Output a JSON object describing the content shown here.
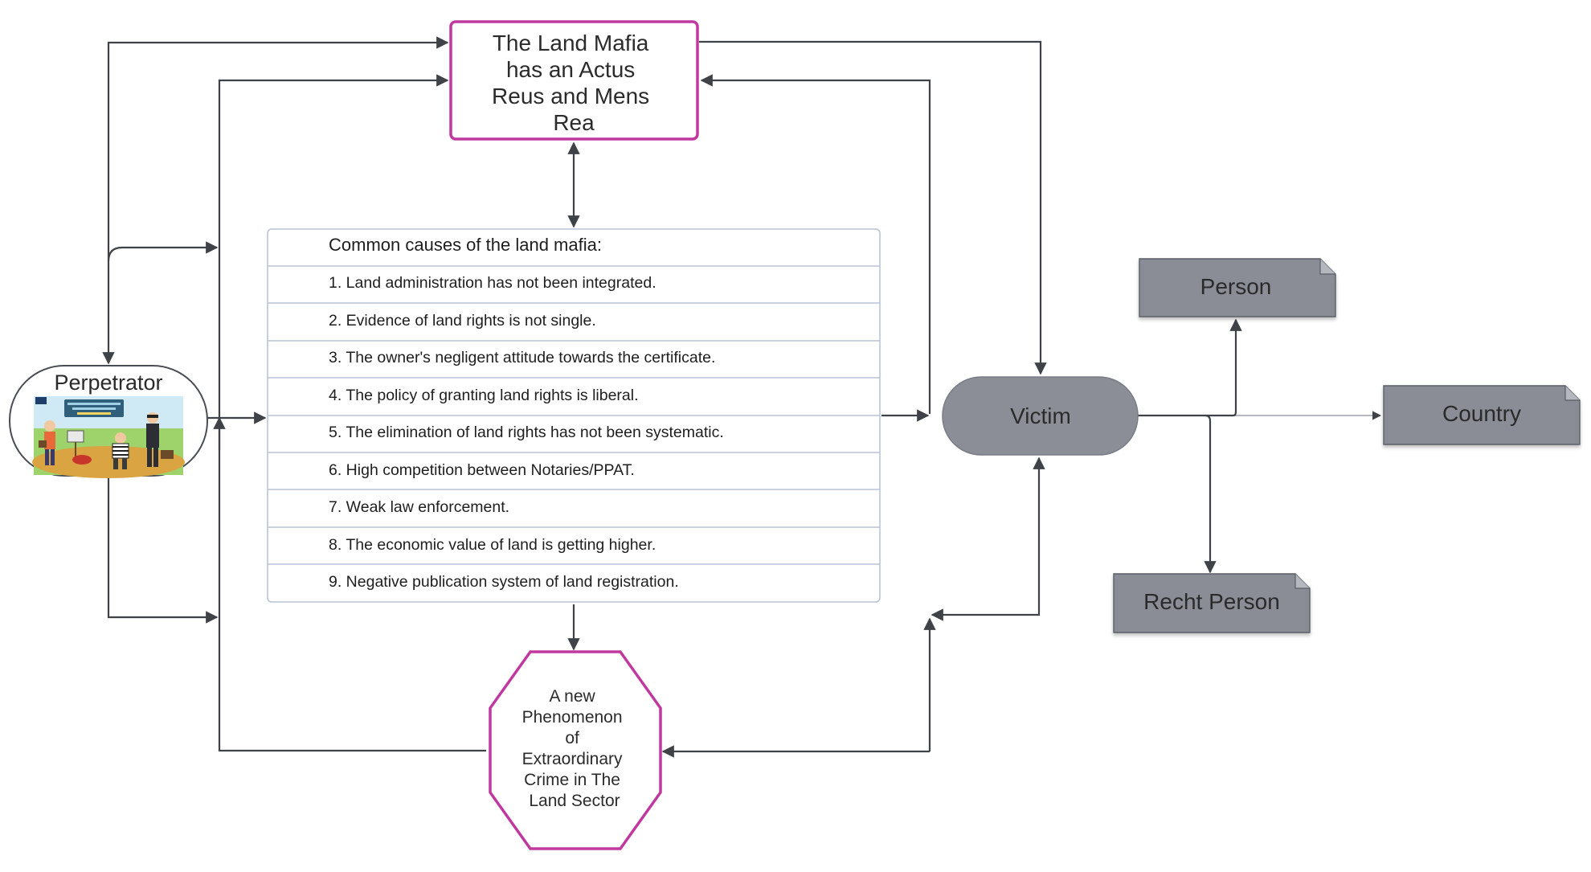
{
  "colors": {
    "magenta_border": "#c0399f",
    "connector": "#3f4247",
    "gray_fill": "#8a8d96",
    "gray_border": "#5a5d66",
    "victim_fill": "#8b8e97",
    "list_border": "#b9c3d8"
  },
  "nodes": {
    "actus_reus": {
      "lines": [
        "The Land Mafia",
        "has an Actus",
        "Reus and Mens",
        "Rea"
      ]
    },
    "causes": {
      "title": "Common causes of the land mafia:",
      "items": [
        "1. Land administration has not been integrated.",
        "2. Evidence of land rights is not single.",
        "3. The owner's negligent attitude towards the certificate.",
        "4. The policy of granting land rights is liberal.",
        "5. The elimination of land rights has not been systematic.",
        "6. High competition between Notaries/PPAT.",
        "7. Weak law enforcement.",
        "8. The economic value of land is getting higher.",
        "9. Negative publication system of land registration."
      ]
    },
    "phenomenon": {
      "lines": [
        "A new",
        "Phenomenon",
        "of",
        "Extraordinary",
        "Crime in The",
        "Land Sector"
      ]
    },
    "perpetrator": {
      "label": "Perpetrator",
      "illustration": "land-mafia-cartoon-illustration"
    },
    "victim": {
      "label": "Victim"
    },
    "person": {
      "label": "Person"
    },
    "country": {
      "label": "Country"
    },
    "recht_person": {
      "label": "Recht Person"
    }
  }
}
